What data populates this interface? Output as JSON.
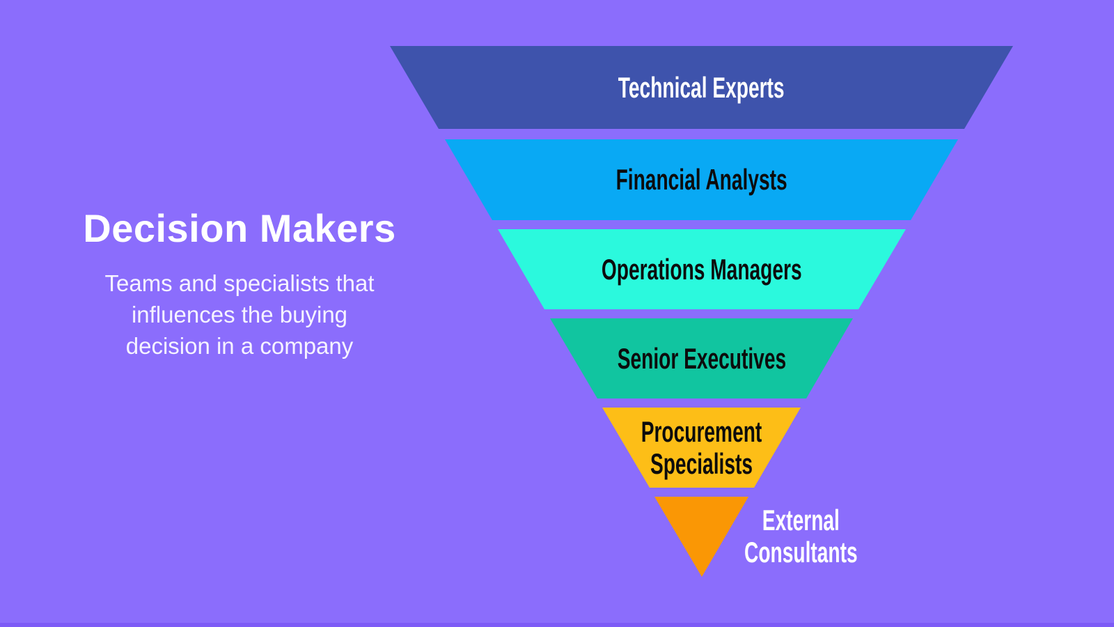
{
  "background_color": "#8B6DFC",
  "footer_strip_color": "#7D5BF6",
  "panel": {
    "title": "Decision Makers",
    "title_color": "#FFFFFF",
    "subtitle_color": "#F6F3FF",
    "subtitle": "Teams and specialists that influences the buying decision in a company",
    "subtitle_lines": [
      "Teams and specialists that",
      "influences the buying",
      "decision in a company"
    ]
  },
  "funnel": {
    "levels": [
      {
        "label": "Technical Experts",
        "color": "#3E53AC",
        "text_color": "#FFFFFF"
      },
      {
        "label": "Financial Analysts",
        "color": "#09A9F4",
        "text_color": "#0C0C0C"
      },
      {
        "label": "Operations Managers",
        "color": "#2BF9DD",
        "text_color": "#0C0C0C"
      },
      {
        "label": "Senior Executives",
        "color": "#11C5A0",
        "text_color": "#0C0C0C"
      },
      {
        "label": "Procurement Specialists",
        "color": "#FDBE17",
        "text_color": "#0C0C0C"
      },
      {
        "label": "External Consultants",
        "color": "#FA9705",
        "text_color": "#FFFFFF"
      }
    ]
  }
}
